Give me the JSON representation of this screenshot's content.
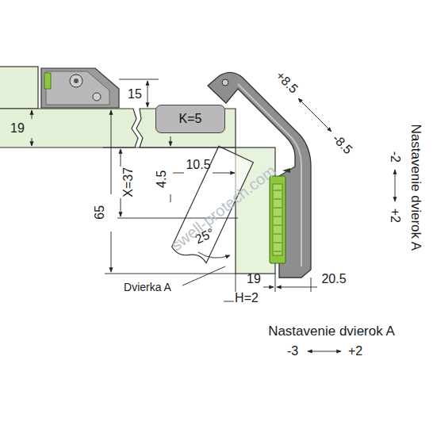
{
  "diagram": {
    "nodes": [
      {
        "text": [
          "K=5"
        ]
      }
    ],
    "labels": [
      "15",
      "19",
      "+8.5",
      "-8.5",
      "Nastavenie dvierok A",
      "-2",
      "+2",
      "X=37",
      "4.5",
      "10.5",
      "65",
      "25°",
      "Dvierka A",
      "19",
      "20.5",
      "H=2",
      "Nastavenie dvierok A",
      "-3",
      "+2",
      "swell-protech.com"
    ]
  }
}
